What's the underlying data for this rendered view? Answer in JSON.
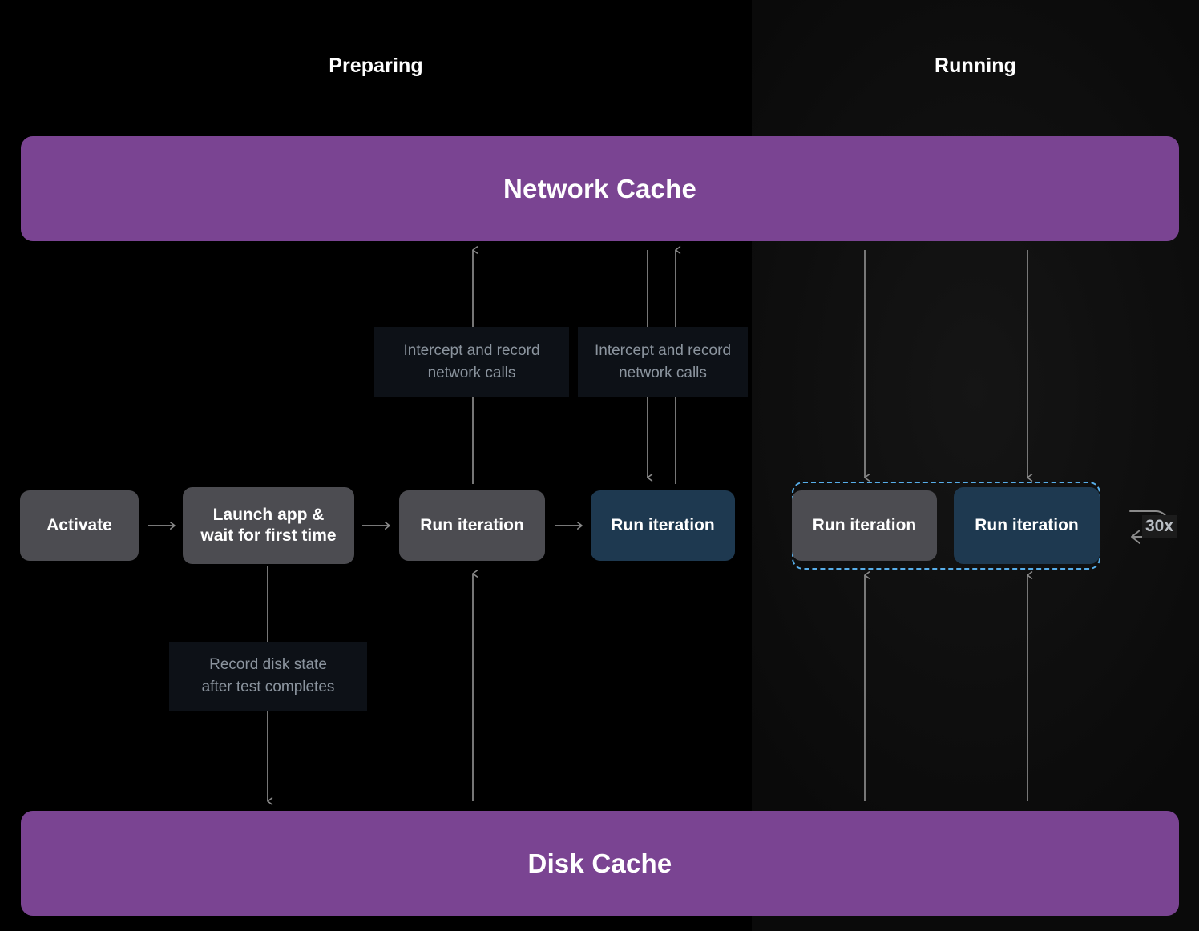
{
  "columns": [
    {
      "id": "preparing",
      "label": "Preparing"
    },
    {
      "id": "running",
      "label": "Running"
    }
  ],
  "banners": {
    "network_cache": "Network Cache",
    "disk_cache": "Disk Cache"
  },
  "nodes": [
    {
      "id": "activate",
      "label": "Activate",
      "variant": "gray",
      "column": "preparing"
    },
    {
      "id": "launch-app",
      "label": "Launch app &\nwait for first time",
      "variant": "gray",
      "column": "preparing"
    },
    {
      "id": "run-iteration-1",
      "label": "Run iteration",
      "variant": "gray",
      "column": "preparing"
    },
    {
      "id": "run-iteration-2",
      "label": "Run iteration",
      "variant": "blue",
      "column": "preparing"
    },
    {
      "id": "run-iteration-3",
      "label": "Run iteration",
      "variant": "gray",
      "column": "running"
    },
    {
      "id": "run-iteration-4",
      "label": "Run iteration",
      "variant": "blue",
      "column": "running"
    }
  ],
  "notes": [
    {
      "id": "intercept-1",
      "label": "Intercept and record\nnetwork calls"
    },
    {
      "id": "intercept-2",
      "label": "Intercept and record\nnetwork calls"
    },
    {
      "id": "record-disk",
      "label": "Record disk state\nafter test completes"
    }
  ],
  "repeat_badge": {
    "label": "30x"
  },
  "colors": {
    "accent_purple": "#7a4492",
    "node_gray": "#4c4c51",
    "node_blue": "#1e3950",
    "selection_blue": "#57aeea",
    "note_bg": "#0d1117",
    "note_text": "#8b949e",
    "connector": "#8a8a8a",
    "background": "#000000"
  }
}
